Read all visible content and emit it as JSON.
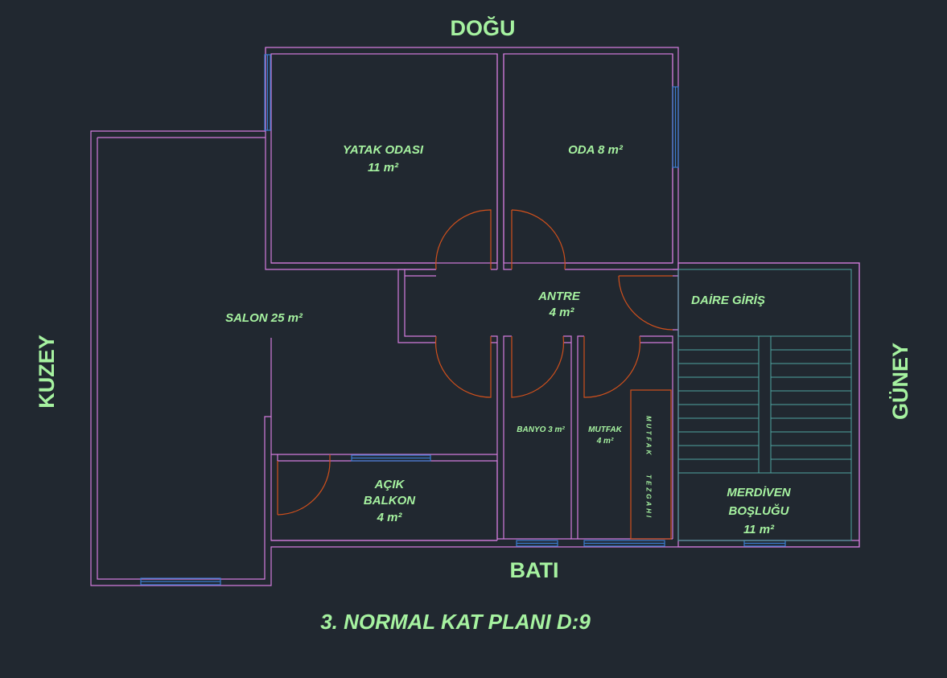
{
  "directions": {
    "east": "DOĞU",
    "west": "BATI",
    "north": "KUZEY",
    "south": "GÜNEY"
  },
  "plan_title": "3. NORMAL KAT PLANI D:9",
  "rooms": {
    "yatak_name": "YATAK ODASI",
    "yatak_area": "11 m²",
    "oda": "ODA 8 m²",
    "salon": "SALON 25  m²",
    "antre_name": "ANTRE",
    "antre_area": "4 m²",
    "daire_giris": "DAİRE GİRİŞ",
    "balkon_1": "AÇIK",
    "balkon_2": "BALKON",
    "balkon_area": "4 m²",
    "banyo": "BANYO 3 m²",
    "mutfak_name": "MUTFAK",
    "mutfak_area": "4  m²",
    "tezgah_1": "MUTFAK",
    "tezgah_2": "TEZGAHI",
    "merdiven_1": "MERDİVEN",
    "merdiven_2": "BOŞLUĞU",
    "merdiven_area": "11 m²"
  },
  "colors": {
    "background": "#212830",
    "walls": "#d27cdc",
    "doors": "#d0501c",
    "windows": "#3a7cd0",
    "stairs": "#4fa4a0",
    "text": "#a6f2a0"
  }
}
